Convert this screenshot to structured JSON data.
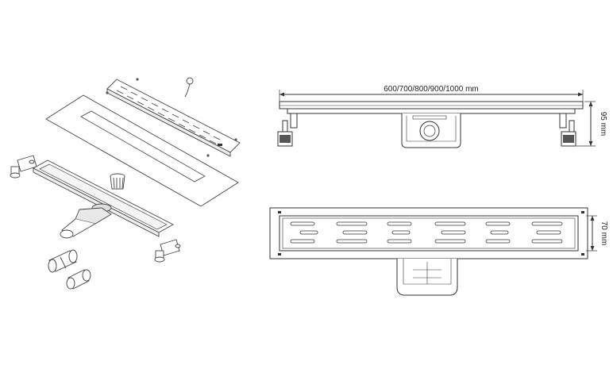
{
  "diagram": {
    "front_view": {
      "width_label": "600/700/800/900/1000 mm",
      "height_label": "95 mm"
    },
    "top_view": {
      "width_label": "70 mm"
    }
  },
  "colors": {
    "line": "#333333",
    "stroke_light": "#666666",
    "background": "#ffffff"
  }
}
